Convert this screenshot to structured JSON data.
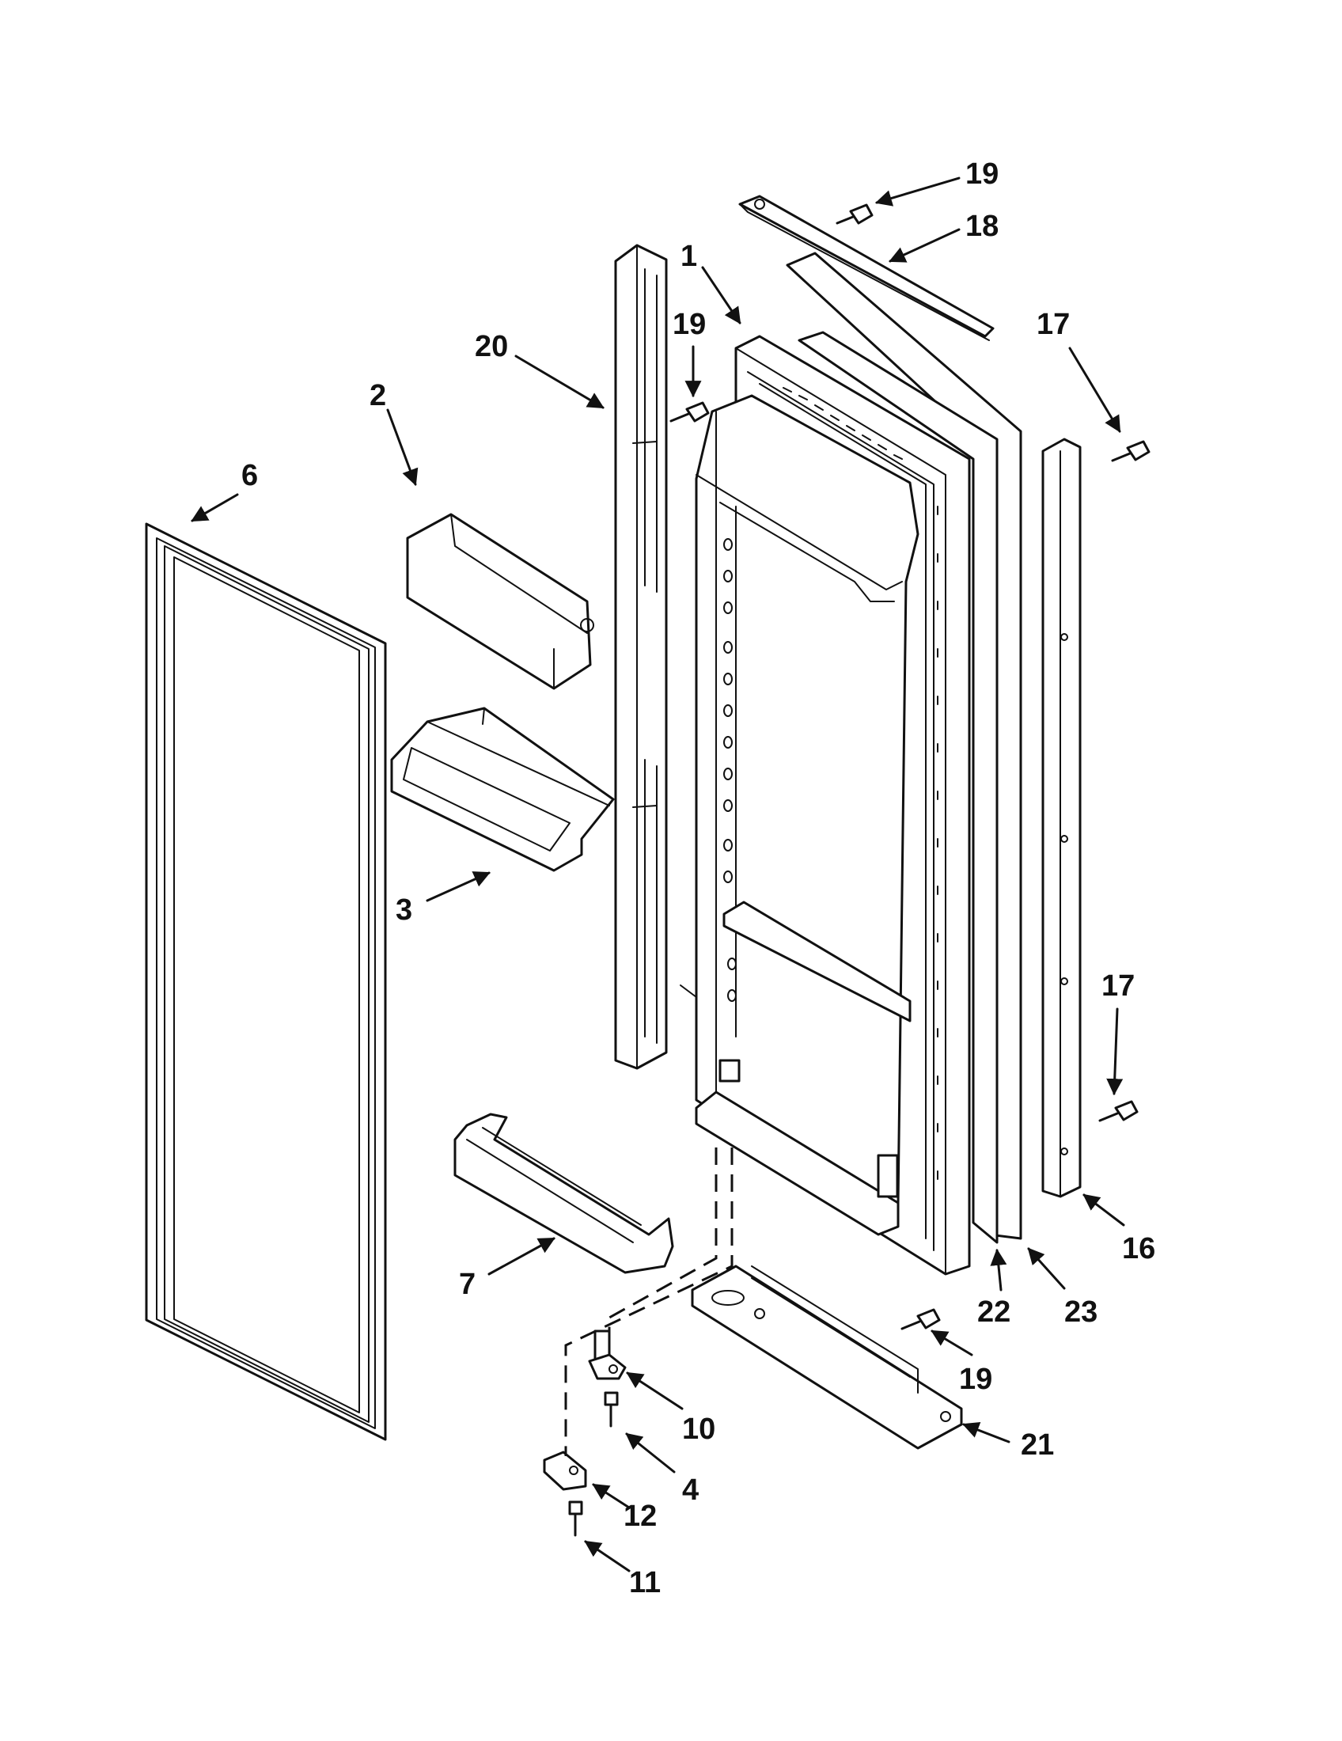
{
  "diagram": {
    "labels": {
      "p1": "1",
      "p2": "2",
      "p3": "3",
      "p4": "4",
      "p6": "6",
      "p7": "7",
      "p10": "10",
      "p11": "11",
      "p12": "12",
      "p16": "16",
      "p17a": "17",
      "p17b": "17",
      "p18": "18",
      "p19a": "19",
      "p19b": "19",
      "p19c": "19",
      "p20": "20",
      "p21": "21",
      "p22": "22",
      "p23": "23"
    }
  }
}
